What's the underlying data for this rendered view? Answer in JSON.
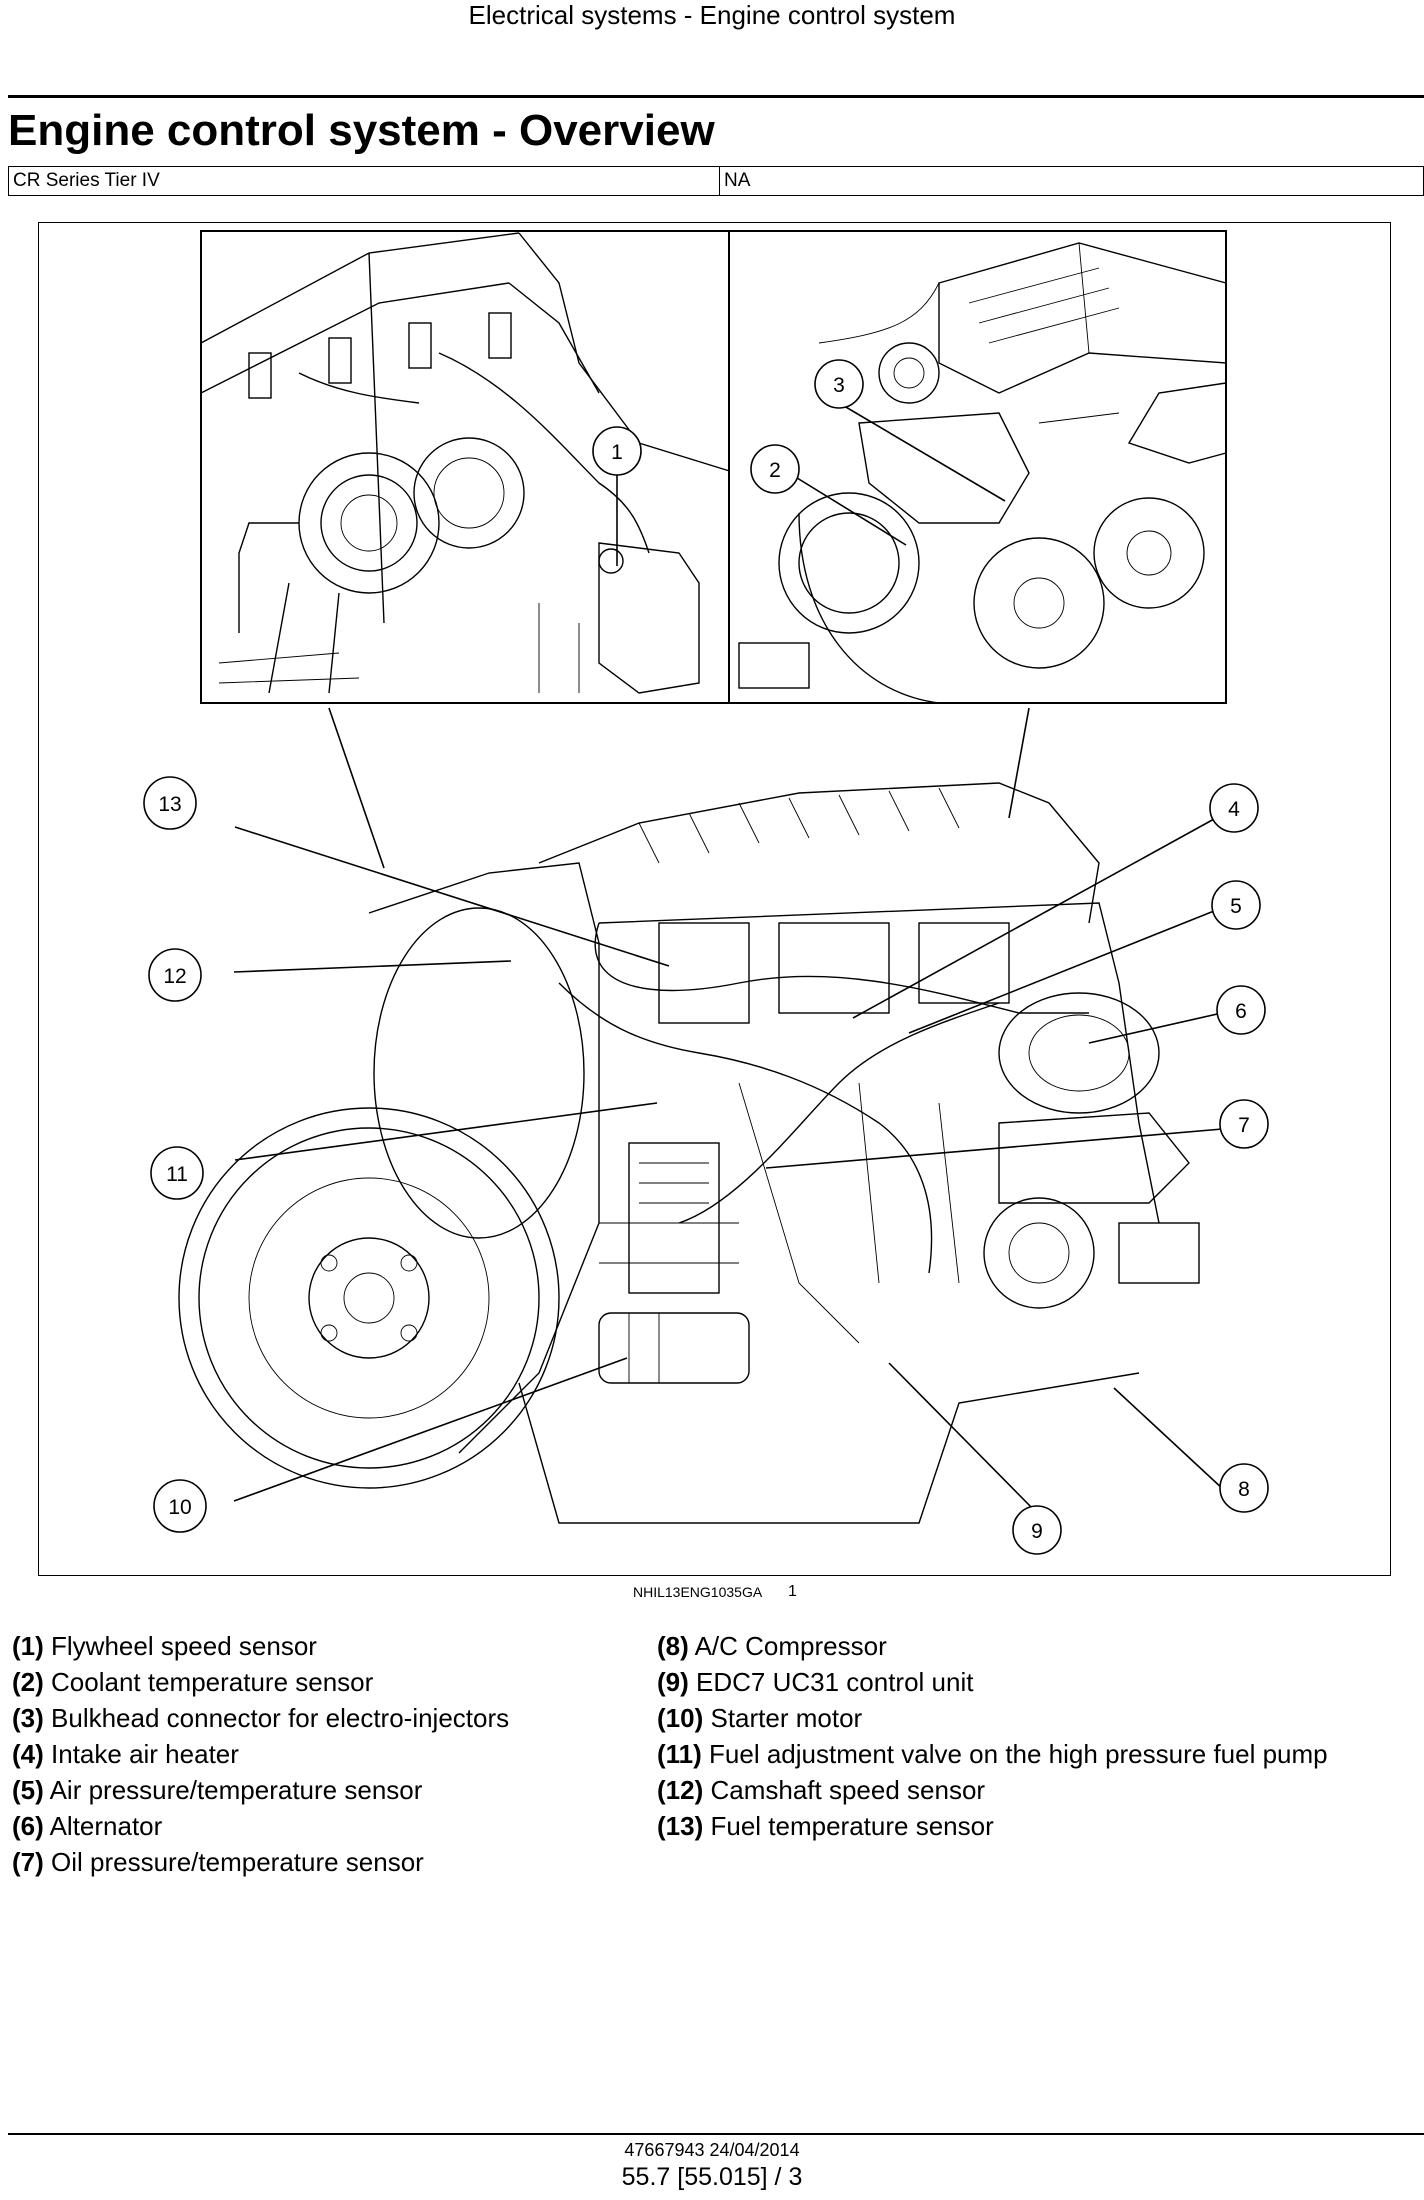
{
  "header": {
    "running_title": "Electrical systems - Engine control system",
    "page_title": "Engine control system - Overview"
  },
  "applicability": {
    "model": "CR Series Tier IV",
    "region": "NA"
  },
  "figure": {
    "reference": "NHIL13ENG1035GA",
    "number": "1",
    "callouts": [
      "1",
      "2",
      "3",
      "4",
      "5",
      "6",
      "7",
      "8",
      "9",
      "10",
      "11",
      "12",
      "13"
    ]
  },
  "legend": {
    "column1": [
      {
        "num": "(1)",
        "label": "Flywheel speed sensor"
      },
      {
        "num": "(2)",
        "label": "Coolant temperature sensor"
      },
      {
        "num": "(3)",
        "label": "Bulkhead connector for electro-injectors"
      },
      {
        "num": "(4)",
        "label": "Intake air heater"
      },
      {
        "num": "(5)",
        "label": "Air pressure/temperature sensor"
      },
      {
        "num": "(6)",
        "label": "Alternator"
      },
      {
        "num": "(7)",
        "label": "Oil pressure/temperature sensor"
      }
    ],
    "column2": [
      {
        "num": "(8)",
        "label": "A/C Compressor"
      },
      {
        "num": "(9)",
        "label": "EDC7 UC31 control unit"
      },
      {
        "num": "(10)",
        "label": "Starter motor"
      },
      {
        "num": "(11)",
        "label": "Fuel adjustment valve on the high pressure fuel pump"
      },
      {
        "num": "(12)",
        "label": "Camshaft speed sensor"
      },
      {
        "num": "(13)",
        "label": "Fuel temperature sensor"
      }
    ]
  },
  "footer": {
    "doc_id": "47667943 24/04/2014",
    "page": "55.7 [55.015] / 3"
  }
}
